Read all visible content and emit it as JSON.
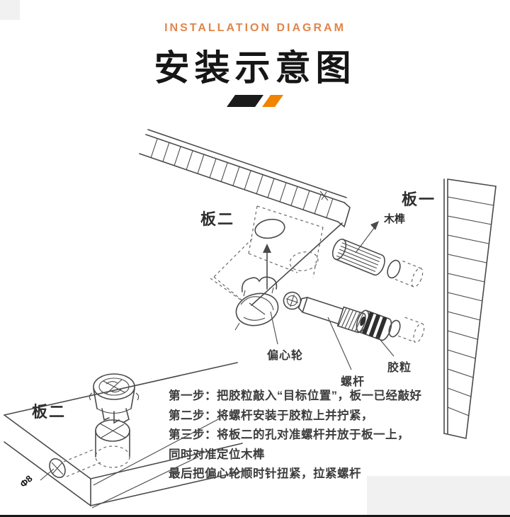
{
  "header": {
    "subtitle": "INSTALLATION DIAGRAM",
    "title": "安装示意图",
    "subtitle_color": "#E2854A",
    "accent_orange": "#F08300",
    "accent_black": "#1b1b1b"
  },
  "diagram": {
    "labels": {
      "board1": "板一",
      "board2_top": "板二",
      "board2_bottom": "板二",
      "dowel": "木榫",
      "cam": "偏心轮",
      "screw": "螺杆",
      "plug": "胶粒",
      "hole_diameter": "Φ8"
    },
    "line_color": "#4a4a4a"
  },
  "steps": {
    "lines": [
      "第一步：把胶粒敲入“目标位置”，板一已经敲好",
      "第二步：将螺杆安装于胶粒上并拧紧，",
      "第三步：将板二的孔对准螺杆并放于板一上，",
      "同时对准定位木榫",
      "最后把偏心轮顺时针扭紧，拉紧螺杆"
    ]
  }
}
